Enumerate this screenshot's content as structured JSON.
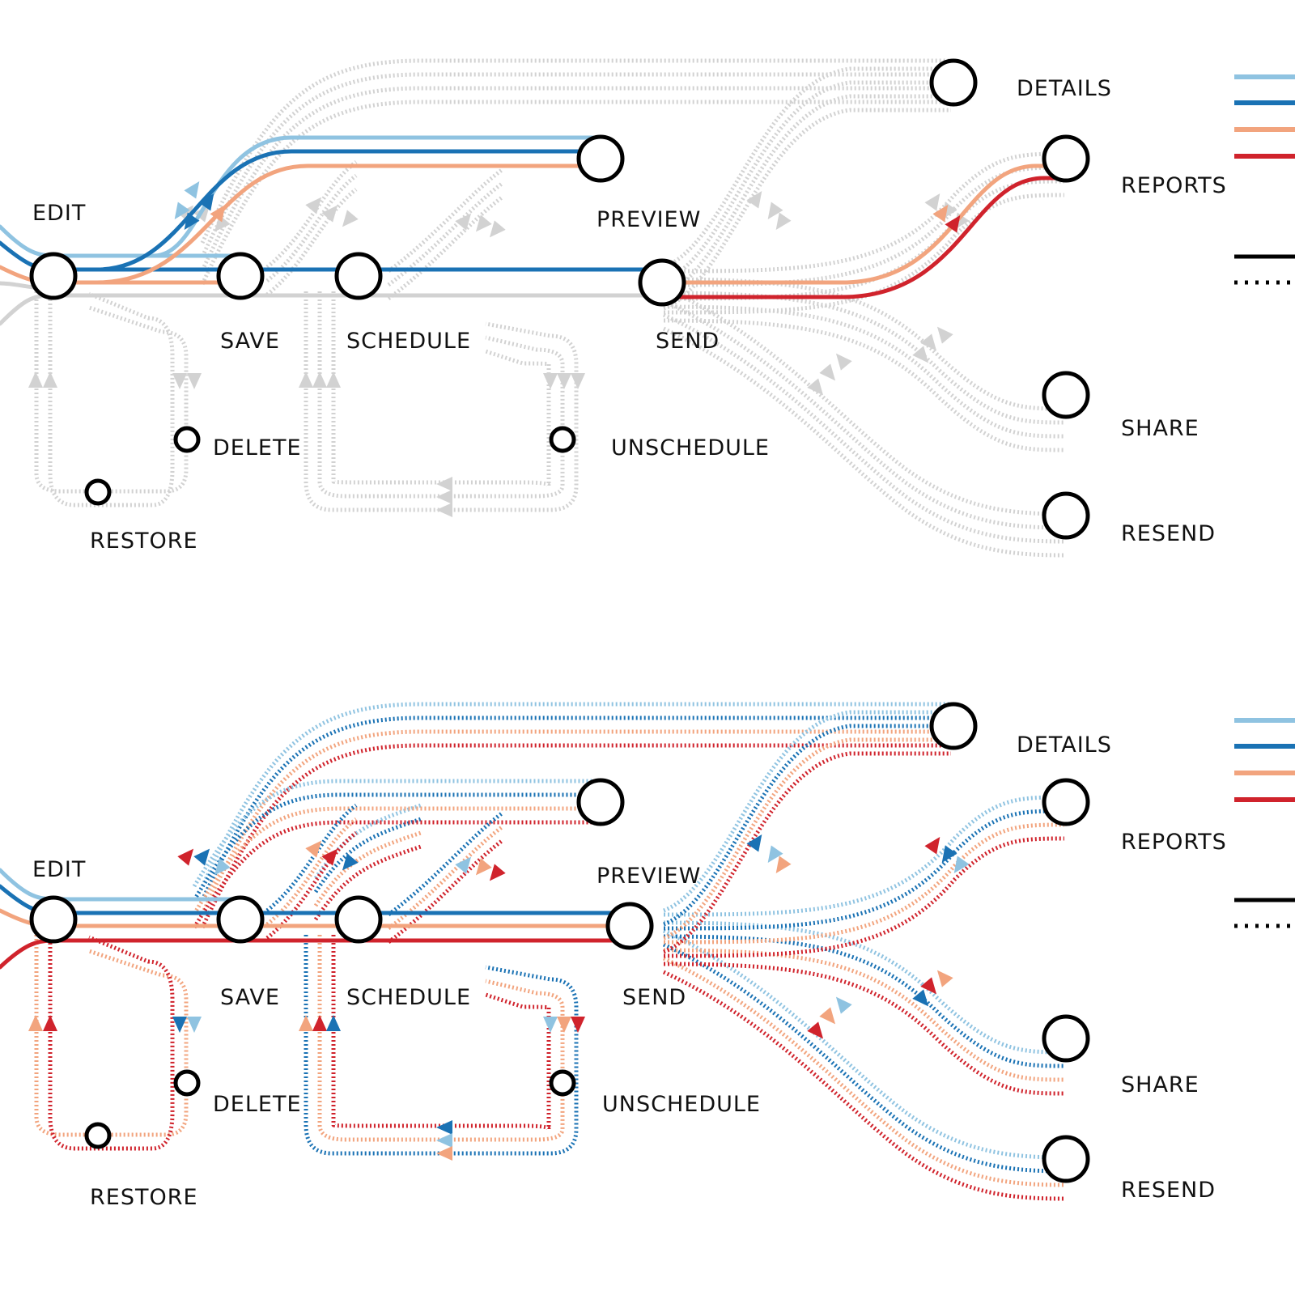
{
  "colors": {
    "light_blue": "#8fc3e1",
    "blue": "#1a72b4",
    "salmon": "#f2a47e",
    "red": "#d0232c",
    "gray": "#d2d2d2",
    "node_stroke": "#000000",
    "legend_black": "#000000"
  },
  "panels": [
    {
      "id": "top",
      "labels": {
        "edit": "EDIT",
        "save": "SAVE",
        "schedule": "SCHEDULE",
        "send": "SEND",
        "preview": "PREVIEW",
        "details": "DETAILS",
        "reports": "REPORTS",
        "share": "SHARE",
        "resend": "RESEND",
        "delete": "DELETE",
        "restore": "RESTORE",
        "unschedule": "UNSCHEDULE"
      },
      "active_dotted_colors": false
    },
    {
      "id": "bottom",
      "labels": {
        "edit": "EDIT",
        "save": "SAVE",
        "schedule": "SCHEDULE",
        "send": "SEND",
        "preview": "PREVIEW",
        "details": "DETAILS",
        "reports": "REPORTS",
        "share": "SHARE",
        "resend": "RESEND",
        "delete": "DELETE",
        "restore": "RESTORE",
        "unschedule": "UNSCHEDULE"
      },
      "active_dotted_colors": true
    }
  ],
  "legend": {
    "series_colors": [
      "light_blue",
      "blue",
      "salmon",
      "red"
    ],
    "line_styles": [
      "solid",
      "dotted"
    ]
  }
}
